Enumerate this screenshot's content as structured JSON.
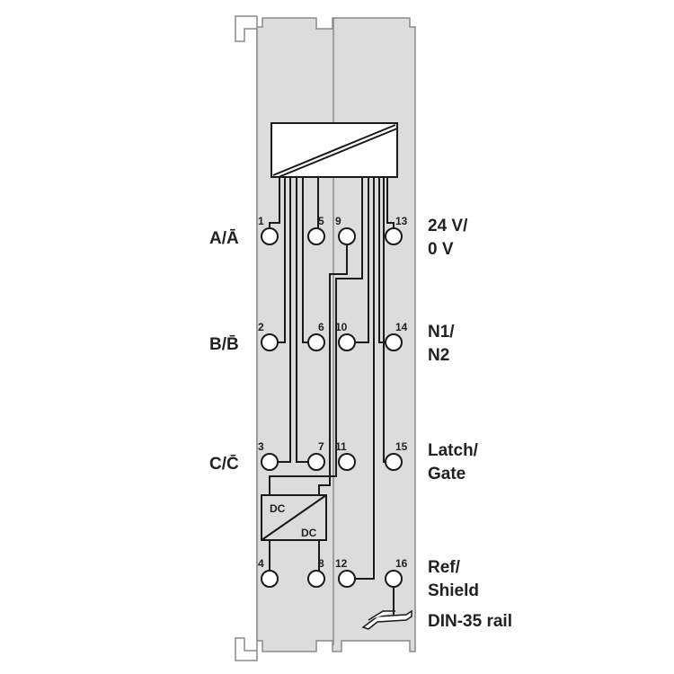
{
  "colors": {
    "panel": "#dcdcdc",
    "outline": "#8a8a8a",
    "line": "#1a1a1a"
  },
  "left_labels": [
    "A/Ā",
    "B/B̄",
    "C/C̄"
  ],
  "right_labels": [
    [
      "24 V/",
      "0 V"
    ],
    [
      "N1/",
      "N2"
    ],
    [
      "Latch/",
      "Gate"
    ],
    [
      "Ref/",
      "Shield"
    ]
  ],
  "rail_label": "DIN-35 rail",
  "pins": [
    "1",
    "5",
    "9",
    "13",
    "2",
    "6",
    "10",
    "14",
    "3",
    "7",
    "11",
    "15",
    "4",
    "8",
    "12",
    "16"
  ],
  "dc_converter": {
    "in": "DC",
    "out": "DC"
  }
}
